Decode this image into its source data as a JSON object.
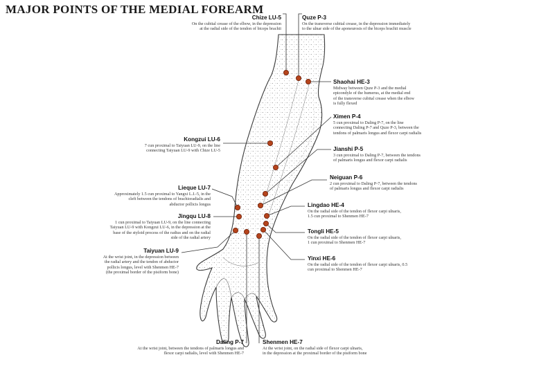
{
  "title": "MAJOR POINTS OF THE MEDIAL FOREARM",
  "colors": {
    "point": "#b5441c",
    "point_stroke": "#6a1e08",
    "line": "#333333",
    "ink": "#222222"
  },
  "points": [
    {
      "id": "chize",
      "name": "Chize LU-5",
      "desc": "On the cubital crease of the elbow, in the depression\nat the radial side of the tendon of biceps brachii"
    },
    {
      "id": "quze",
      "name": "Quze P-3",
      "desc": "On the transverse cubital crease, in the depression immediately\nto the ulnar side of the aponeurosis of the biceps brachii muscle"
    },
    {
      "id": "shaohai",
      "name": "Shaohai HE-3",
      "desc": "Midway between Quze P-3 and the medial\nepicondyle of the humerus, at the medial end\nof the transverse cubital crease when the elbow\nis fully flexed"
    },
    {
      "id": "ximen",
      "name": "Ximen P-4",
      "desc": "5 cun proximal to Daling P-7, on the line\nconnecting Daling P-7 and Quze P-3, between the\ntendons of palmaris longus and flexor carpi radialis"
    },
    {
      "id": "kongzui",
      "name": "Kongzui LU-6",
      "desc": "7 cun proximal to Taiyuan LU-9, on the line\nconnecting Taiyuan LU-9 with Chize LU-5"
    },
    {
      "id": "jianshi",
      "name": "Jianshi P-5",
      "desc": "3 cun proximal to Daling P-7, between the tendons\nof palmaris longus and flexor carpi radialis"
    },
    {
      "id": "neiguan",
      "name": "Neiguan P-6",
      "desc": "2 cun proximal to Daling P-7, between the tendons\nof palmaris longus and flexor carpi radialis"
    },
    {
      "id": "lieque",
      "name": "Lieque LU-7",
      "desc": "Approximately 1.5 cun proximal to Yangxi L.I.-5, in the\ncleft between the tendons of brachioradialis and\nabductor pollicis longus"
    },
    {
      "id": "lingdao",
      "name": "Lingdao HE-4",
      "desc": "On the radial side of the tendon of flexor carpi ulnaris,\n1.5 cun proximal to Shenmen HE-7"
    },
    {
      "id": "jingqu",
      "name": "Jingqu LU-8",
      "desc": "1 cun proximal to Taiyuan LU-9, on the line connecting\nTaiyuan LU-9 with Kongzui LU-6, in the depression at the\nbase of the styloid process of the radius and on the radial\nside of the radial artery"
    },
    {
      "id": "tongli",
      "name": "Tongli HE-5",
      "desc": "On the radial side of the tendon of flexor carpi ulnaris,\n1 cun proximal to Shenmen HE-7"
    },
    {
      "id": "taiyuan",
      "name": "Taiyuan LU-9",
      "desc": "At the wrist joint, in the depression between\nthe radial artery and the tendon of abductor\npollicis longus, level with Shenmen HE-7\n(the proximal border of the pisiform bone)"
    },
    {
      "id": "yinxi",
      "name": "Yinxi HE-6",
      "desc": "On the radial side of the tendon of flexor carpi ulnaris, 0.5\ncun proximal to Shenmen HE-7"
    },
    {
      "id": "daling",
      "name": "Daling P-7",
      "desc": "At the wrist joint, between the tendons of palmaris longus and\nflexor carpi radialis, level with Shenmen HE-7"
    },
    {
      "id": "shenmen",
      "name": "Shenmen HE-7",
      "desc": "At the wrist joint, on the radial side of flexor carpi ulnaris,\nin the depression at the proximal border of the pisiform bone"
    }
  ]
}
